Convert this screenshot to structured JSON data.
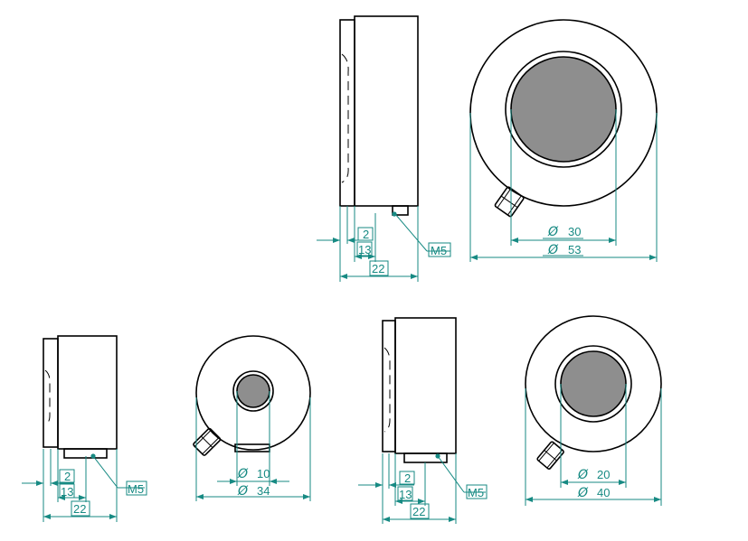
{
  "views": {
    "large_side": {
      "d2": "2",
      "d13": "13",
      "d22": "22",
      "thread": "M5"
    },
    "large_front": {
      "diam_sym": "Ø",
      "inner": "30",
      "outer": "53"
    },
    "small_side": {
      "d2": "2",
      "d13": "13",
      "d22": "22",
      "thread": "M5"
    },
    "small_front": {
      "diam_sym": "Ø",
      "inner": "10",
      "outer": "34"
    },
    "medium_side": {
      "d2": "2",
      "d13": "13",
      "d22": "22",
      "thread": "M5"
    },
    "medium_front": {
      "diam_sym": "Ø",
      "inner": "20",
      "outer": "40"
    }
  },
  "colors": {
    "dimension": "#178a83",
    "lens": "#8e8e8e",
    "outline": "#000000"
  }
}
